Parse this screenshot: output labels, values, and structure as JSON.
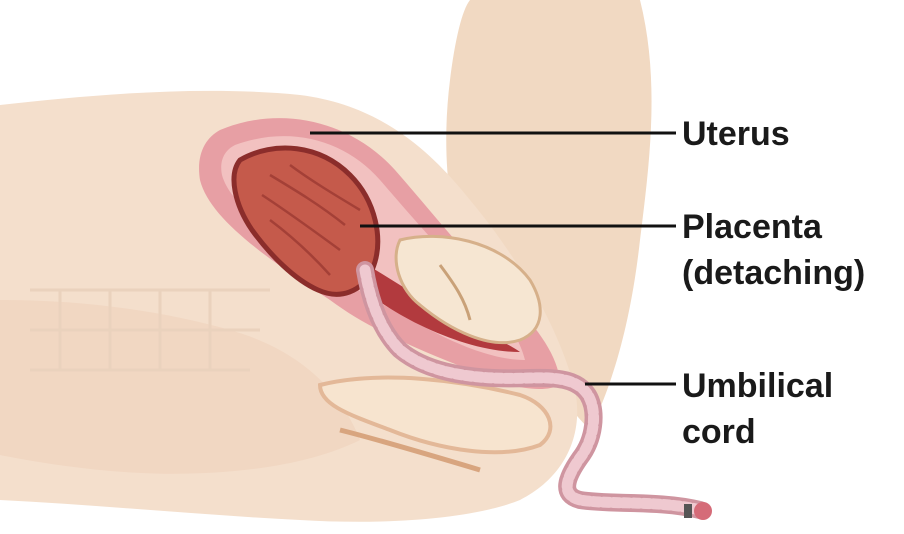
{
  "labels": {
    "uterus": "Uterus",
    "placenta_line1": "Placenta",
    "placenta_line2": "(detaching)",
    "cord_line1": "Umbilical",
    "cord_line2": "cord"
  },
  "colors": {
    "skin": "#f3dcc6",
    "skin_shadow": "#e6c3a6",
    "uterus_outer": "#e8a2a8",
    "uterus_inner": "#f4c7c6",
    "placenta": "#c4584a",
    "placenta_dark": "#8e2e2c",
    "cavity": "#b8343a",
    "cord": "#e9c0c8",
    "cord_stroke": "#c98b97",
    "leader": "#111111"
  }
}
